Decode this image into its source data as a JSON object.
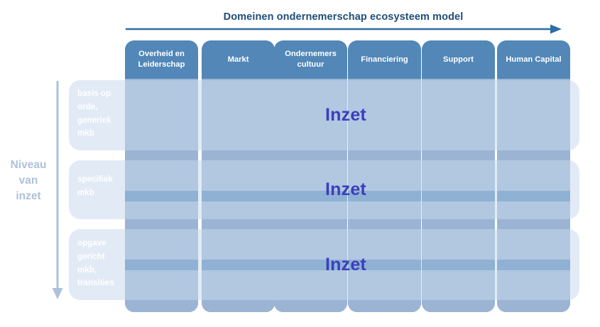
{
  "diagram": {
    "top_axis": {
      "title": "Domeinen ondernemerschap ecosysteem model",
      "arrow_direction": "right",
      "arrow_color": "#2e6da4"
    },
    "left_axis": {
      "label": "Niveau van inzet",
      "label_line1": "Niveau",
      "label_line2": "van",
      "label_line3": "inzet",
      "arrow_direction": "down",
      "arrow_color": "#aec1da"
    },
    "columns": [
      {
        "label": "Overheid en Leiderschap"
      },
      {
        "label": "Markt"
      },
      {
        "label": "Ondernemers cultuur"
      },
      {
        "label": "Financiering"
      },
      {
        "label": "Support"
      },
      {
        "label": "Human Capital"
      }
    ],
    "rows": [
      {
        "label": "basis op orde, generiek mkb",
        "value": "Inzet"
      },
      {
        "label": "specifiek mkb",
        "value": "Inzet"
      },
      {
        "label": "opgave gericht mkb, transities",
        "value": "Inzet"
      }
    ],
    "colors": {
      "header_blue": "#5287b8",
      "column_body_blue": "#9cb4d4",
      "row_band_overlay": "#c8d8ec",
      "title_blue": "#1f4e79",
      "inzet_blue": "#3b3fbd",
      "axis_gray_blue": "#aec1da",
      "background": "#ffffff"
    }
  }
}
